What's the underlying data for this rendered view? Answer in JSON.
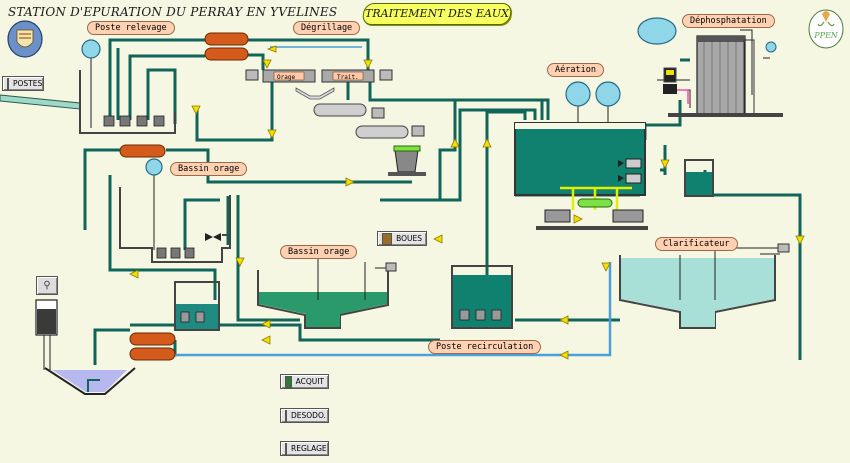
{
  "header": {
    "station_title": "STATION D'EPURATION DU PERRAY EN YVELINES",
    "banner": "TRAITEMENT DES EAUX"
  },
  "labels": {
    "poste_relevage": "Poste relevage",
    "degrillage": "Dégrillage",
    "bassin_orage_1": "Bassin orage",
    "bassin_orage_2": "Bassin orage",
    "aeration": "Aération",
    "dephosphatation": "Déphosphatation",
    "clarificateur": "Clarificateur",
    "poste_recirculation": "Poste recirculation"
  },
  "screen_labels": {
    "orage": "Orage",
    "trait": "Trait."
  },
  "buttons": {
    "postes": "POSTES",
    "boues": "BOUES",
    "acquit": "ACQUIT",
    "desodo": "DESODO.",
    "reglage": "REGLAGE"
  },
  "logo": {
    "text": "PPEN"
  },
  "colors": {
    "background": "#f5f7e3",
    "pipe": "#10645a",
    "pipe_blue": "#4aa0d8",
    "water": "#1f8a80",
    "label_bg": "#ffd1b3",
    "banner_bg": "#f8ff60",
    "arrow": "#f5dd00",
    "valve": "#d55b1c"
  },
  "icons": [
    "town-crest-icon",
    "ppen-logo-icon",
    "tool-icon",
    "arrow-flow-icon"
  ]
}
